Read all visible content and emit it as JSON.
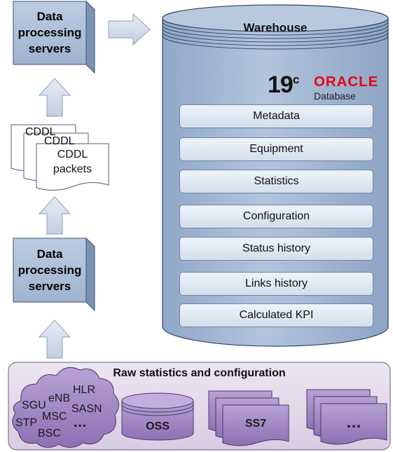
{
  "servers_top": {
    "line1": "Data",
    "line2": "processing",
    "line3": "servers"
  },
  "servers_bottom": {
    "line1": "Data",
    "line2": "processing",
    "line3": "servers"
  },
  "cddl": {
    "back1": "CDDL",
    "back2": "CDDL",
    "front_line1": "CDDL",
    "front_line2": "packets"
  },
  "warehouse": {
    "title": "Warehouse",
    "version": "19",
    "version_sup": "c",
    "brand": "ORACLE",
    "brand_sub": "Database",
    "layers": [
      "Metadata",
      "Equipment",
      "Statistics",
      "Configuration",
      "Status history",
      "Links history",
      "Calculated KPI"
    ]
  },
  "raw": {
    "title": "Raw statistics and configuration",
    "cloud_labels": [
      "HLR",
      "eNB",
      "SGU",
      "SASN",
      "MSC",
      "STP",
      "…",
      "BSC"
    ],
    "oss_label": "OSS",
    "ss7_label": "SS7",
    "more_label": "…"
  },
  "colors": {
    "box_front": "#a9bcd5",
    "cylinder": "#a7bbd6",
    "raw_panel": "#e4dcea",
    "purple": "#a287c3",
    "oracle_red": "#e30613"
  }
}
